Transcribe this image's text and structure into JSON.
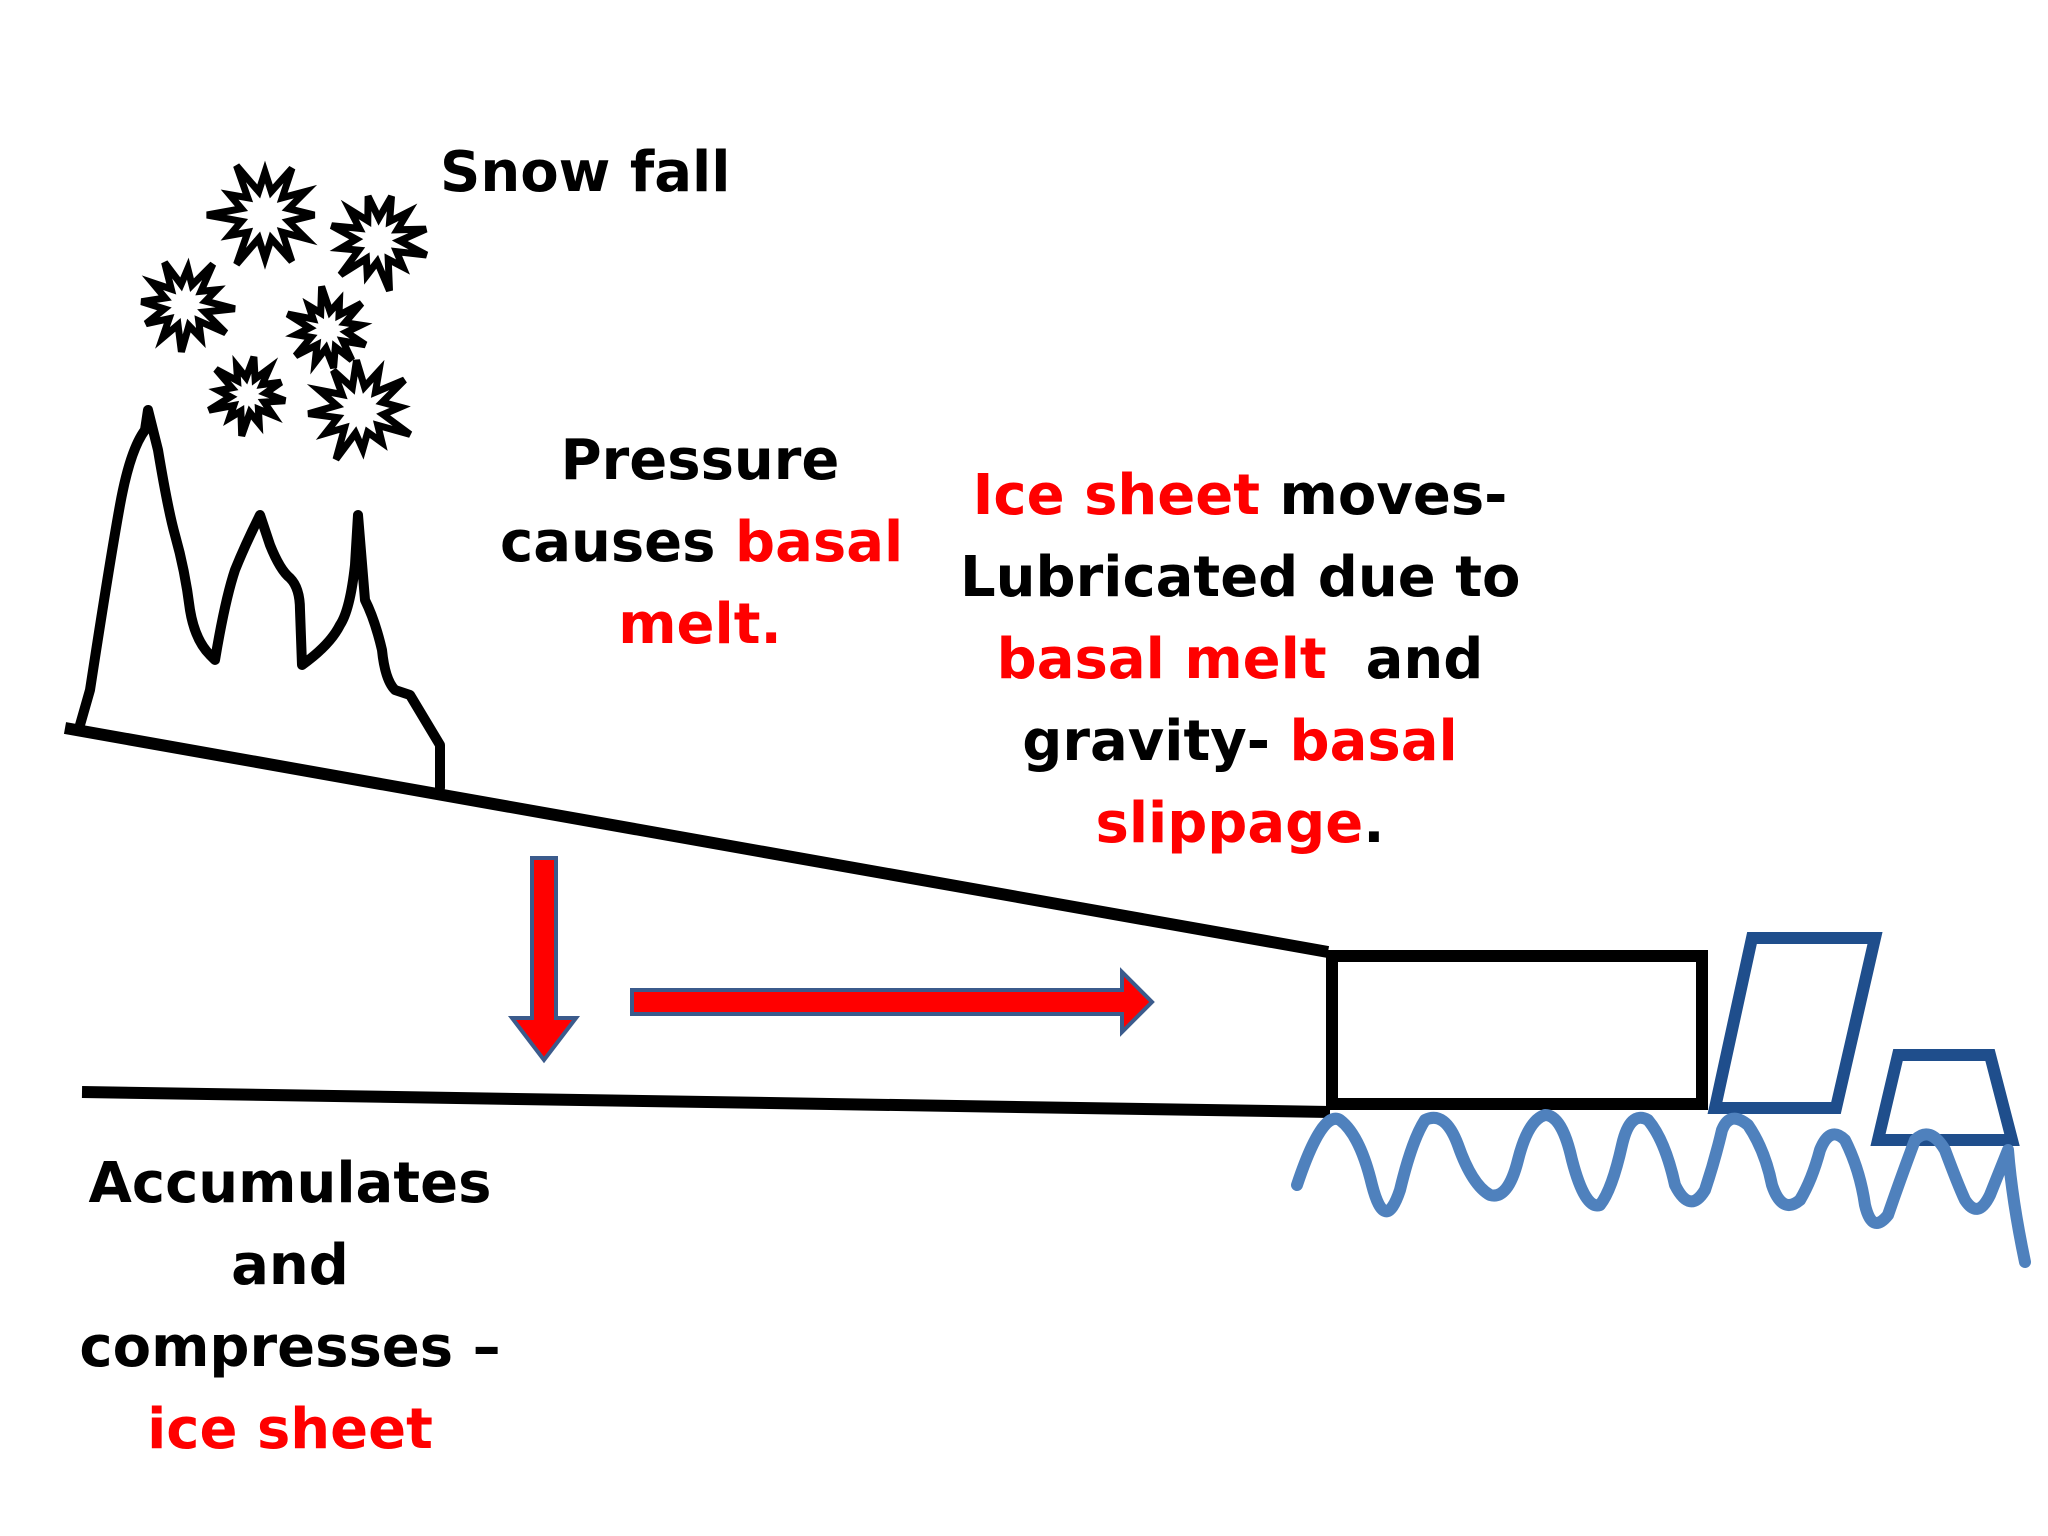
{
  "colors": {
    "outline": "#000000",
    "highlight": "#ff0000",
    "arrow_fill": "#ff0000",
    "arrow_stroke": "#3b5b8c",
    "iceberg": "#1f4e8c",
    "water": "#4f81bd"
  },
  "icons": {
    "snowflakes": "starburst-snowflake",
    "mountain": "jagged-mountain"
  },
  "labels": {
    "snow_fall": "Snow fall",
    "pressure": {
      "line1": "Pressure",
      "line2_black": "causes ",
      "line2_red": "basal",
      "line3_red": "melt."
    },
    "ice_moves": {
      "line1_red": "Ice sheet",
      "line1_black": " moves-",
      "line2": "Lubricated due to",
      "line3_red": "basal melt",
      "line3_black": "  and",
      "line4_black": "gravity- ",
      "line4_red": "basal",
      "line5_red": "slippage",
      "line5_black": "."
    },
    "accumulates": {
      "line1": "Accumulates",
      "line2": "and",
      "line3": "compresses –",
      "line4_red": "ice sheet"
    }
  }
}
